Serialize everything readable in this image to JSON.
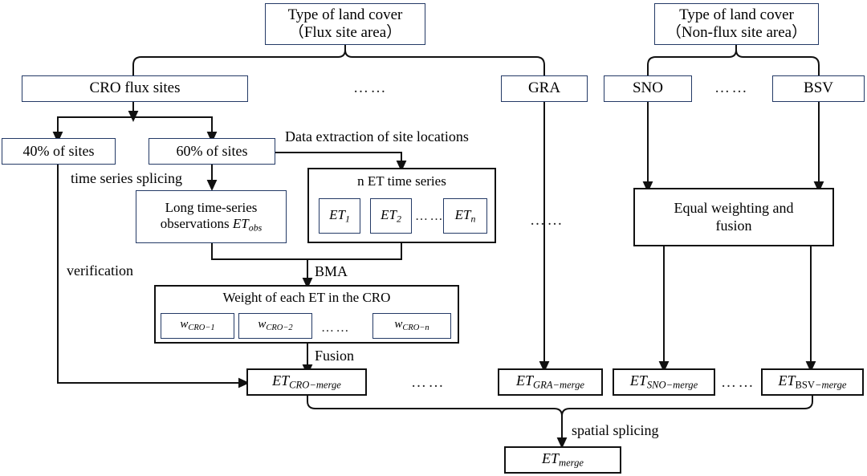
{
  "diagram": {
    "title": "ET merging workflow flowchart",
    "colors": {
      "navy_border": "#243a66",
      "black_border": "#111111",
      "background": "#ffffff"
    },
    "top": {
      "flux": {
        "line1": "Type of land cover",
        "line2": "（Flux site area）"
      },
      "nonflux": {
        "line1": "Type of land cover",
        "line2": "（Non-flux site area）"
      }
    },
    "landcover_row": {
      "cro": "CRO flux sites",
      "ellipsis_mid": "……",
      "gra": "GRA",
      "sno": "SNO",
      "ellipsis_right": "……",
      "bsv": "BSV"
    },
    "split": {
      "forty": "40% of sites",
      "sixty": "60% of sites"
    },
    "labels": {
      "data_extraction": "Data extraction of site locations",
      "time_series_splicing": "time series splicing",
      "verification": "verification",
      "bma": "BMA",
      "fusion": "Fusion",
      "spatial_splicing": "spatial splicing"
    },
    "observations": {
      "line1": "Long time-series",
      "line2_pre": "observations ",
      "line2_sym": "ET",
      "line2_sub": "obs"
    },
    "et_series": {
      "title": "n ET time series",
      "items": [
        {
          "sym": "ET",
          "sub": "1"
        },
        {
          "sym": "ET",
          "sub": "2"
        },
        {
          "sym": "ET",
          "sub": "n"
        }
      ],
      "ellipsis": "……"
    },
    "weights": {
      "title": "Weight of each ET in the CRO",
      "items": [
        {
          "sym": "w",
          "sub": "CRO−1"
        },
        {
          "sym": "w",
          "sub": "CRO−2"
        },
        {
          "sym": "w",
          "sub": "CRO−n"
        }
      ],
      "ellipsis": "……"
    },
    "equal_weighting": {
      "line1": "Equal weighting and",
      "line2": "fusion"
    },
    "merge_row": {
      "cro": {
        "sym": "ET",
        "sub": "CRO−merge"
      },
      "ellipsis_1": "……",
      "gra": {
        "sym": "ET",
        "sub": "GRA−merge"
      },
      "sno": {
        "sym": "ET",
        "sub": "SNO−merge"
      },
      "ellipsis_2": "……",
      "bsv": {
        "sym": "ET",
        "sub_upright": "BSV",
        "sub_italic": "−merge"
      }
    },
    "ellipsis_col": "……",
    "final": {
      "sym": "ET",
      "sub": "merge"
    }
  }
}
